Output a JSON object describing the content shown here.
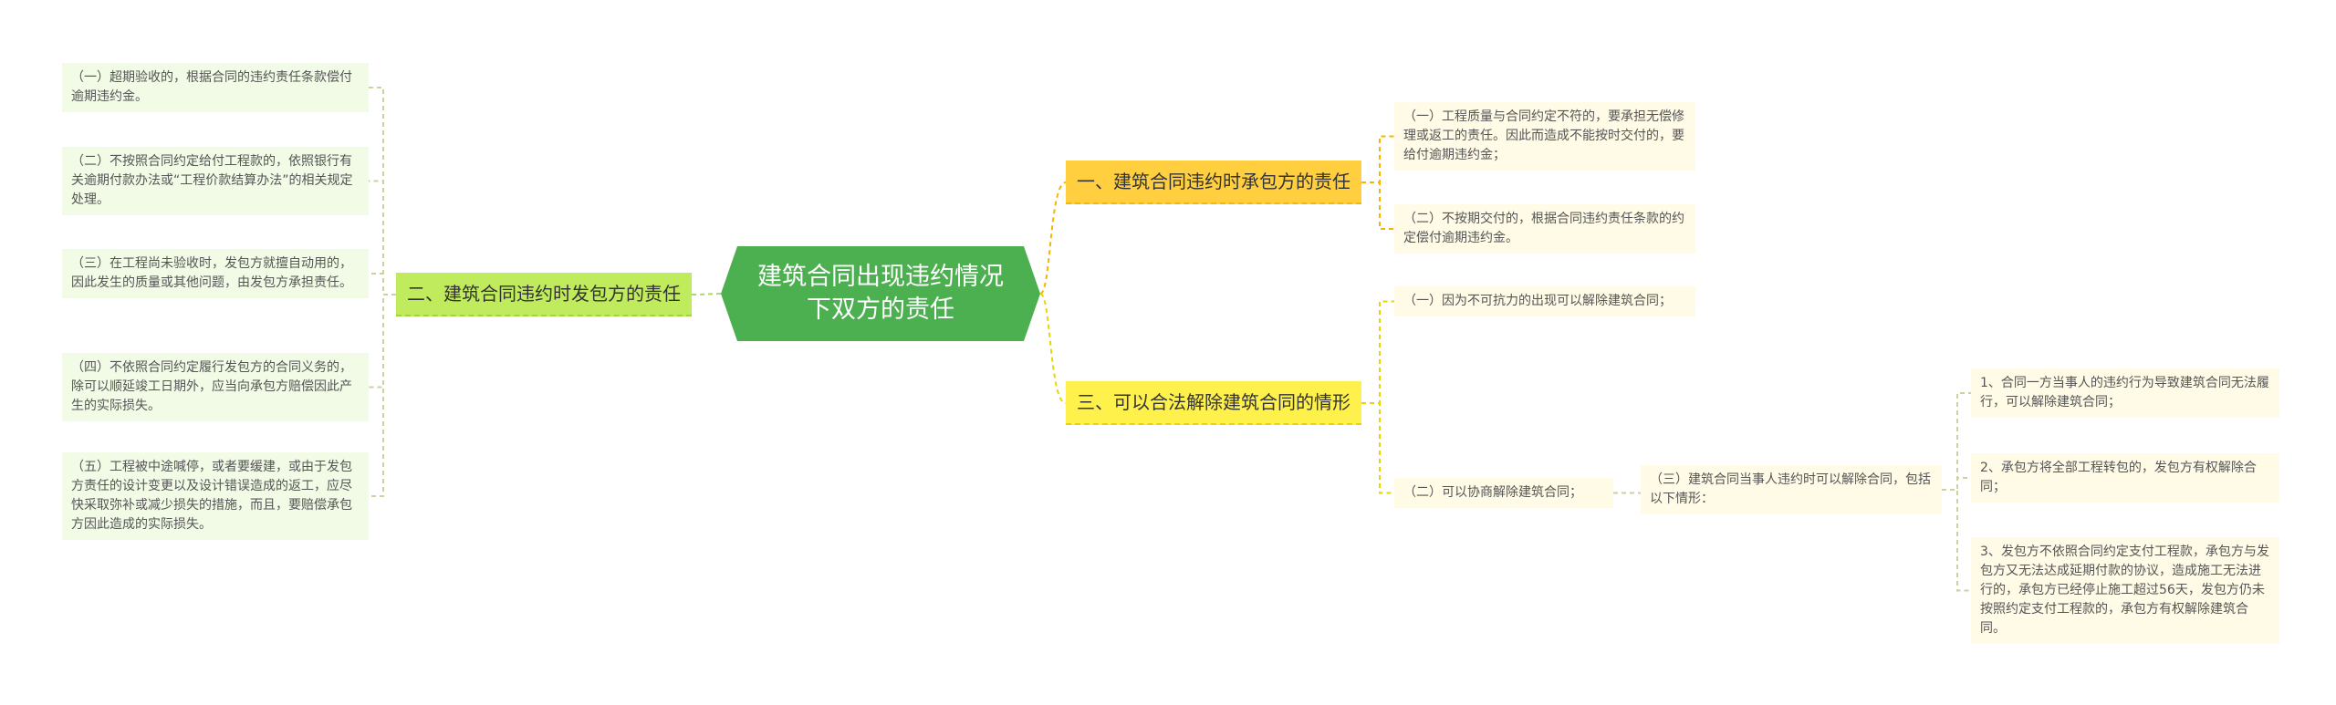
{
  "colors": {
    "root": "#4caf50",
    "branch_orange": "#ffcf3f",
    "branch_yellow": "#fff14c",
    "branch_green": "#c0eb5c",
    "leaf_green_bg": "#f1fbe6",
    "leaf_yellow_bg": "#fffbe6",
    "link_orange": "#f7b500",
    "link_yellow": "#e8d600",
    "link_green": "#a7d96a",
    "link_gray": "#cfcf9f"
  },
  "root": {
    "label": "建筑合同出现违约情况下双方的责任"
  },
  "branch_contractor": {
    "label": "一、建筑合同违约时承包方的责任",
    "items": [
      "（一）工程质量与合同约定不符的，要承担无偿修理或返工的责任。因此而造成不能按时交付的，要给付逾期违约金；",
      "（二）不按期交付的，根据合同违约责任条款的约定偿付逾期违约金。"
    ]
  },
  "branch_employer": {
    "label": "二、建筑合同违约时发包方的责任",
    "items": [
      "（一）超期验收的，根据合同的违约责任条款偿付逾期违约金。",
      "（二）不按照合同约定给付工程款的，依照银行有关逾期付款办法或“工程价款结算办法”的相关规定处理。",
      "（三）在工程尚未验收时，发包方就擅自动用的，因此发生的质量或其他问题，由发包方承担责任。",
      "（四）不依照合同约定履行发包方的合同义务的，除可以顺延竣工日期外，应当向承包方赔偿因此产生的实际损失。",
      "（五）工程被中途喊停，或者要缓建，或由于发包方责任的设计变更以及设计错误造成的返工，应尽快采取弥补或减少损失的措施，而且，要赔偿承包方因此造成的实际损失。"
    ]
  },
  "branch_termination": {
    "label": "三、可以合法解除建筑合同的情形",
    "items": [
      "（一）因为不可抗力的出现可以解除建筑合同；",
      "（二）可以协商解除建筑合同；"
    ],
    "sub": {
      "label": "（三）建筑合同当事人违约时可以解除合同，包括以下情形：",
      "items": [
        "1、合同一方当事人的违约行为导致建筑合同无法履行，可以解除建筑合同；",
        "2、承包方将全部工程转包的，发包方有权解除合同；",
        "3、发包方不依照合同约定支付工程款，承包方与发包方又无法达成延期付款的协议，造成施工无法进行的，承包方已经停止施工超过56天，发包方仍未按照约定支付工程款的，承包方有权解除建筑合同。"
      ]
    }
  }
}
